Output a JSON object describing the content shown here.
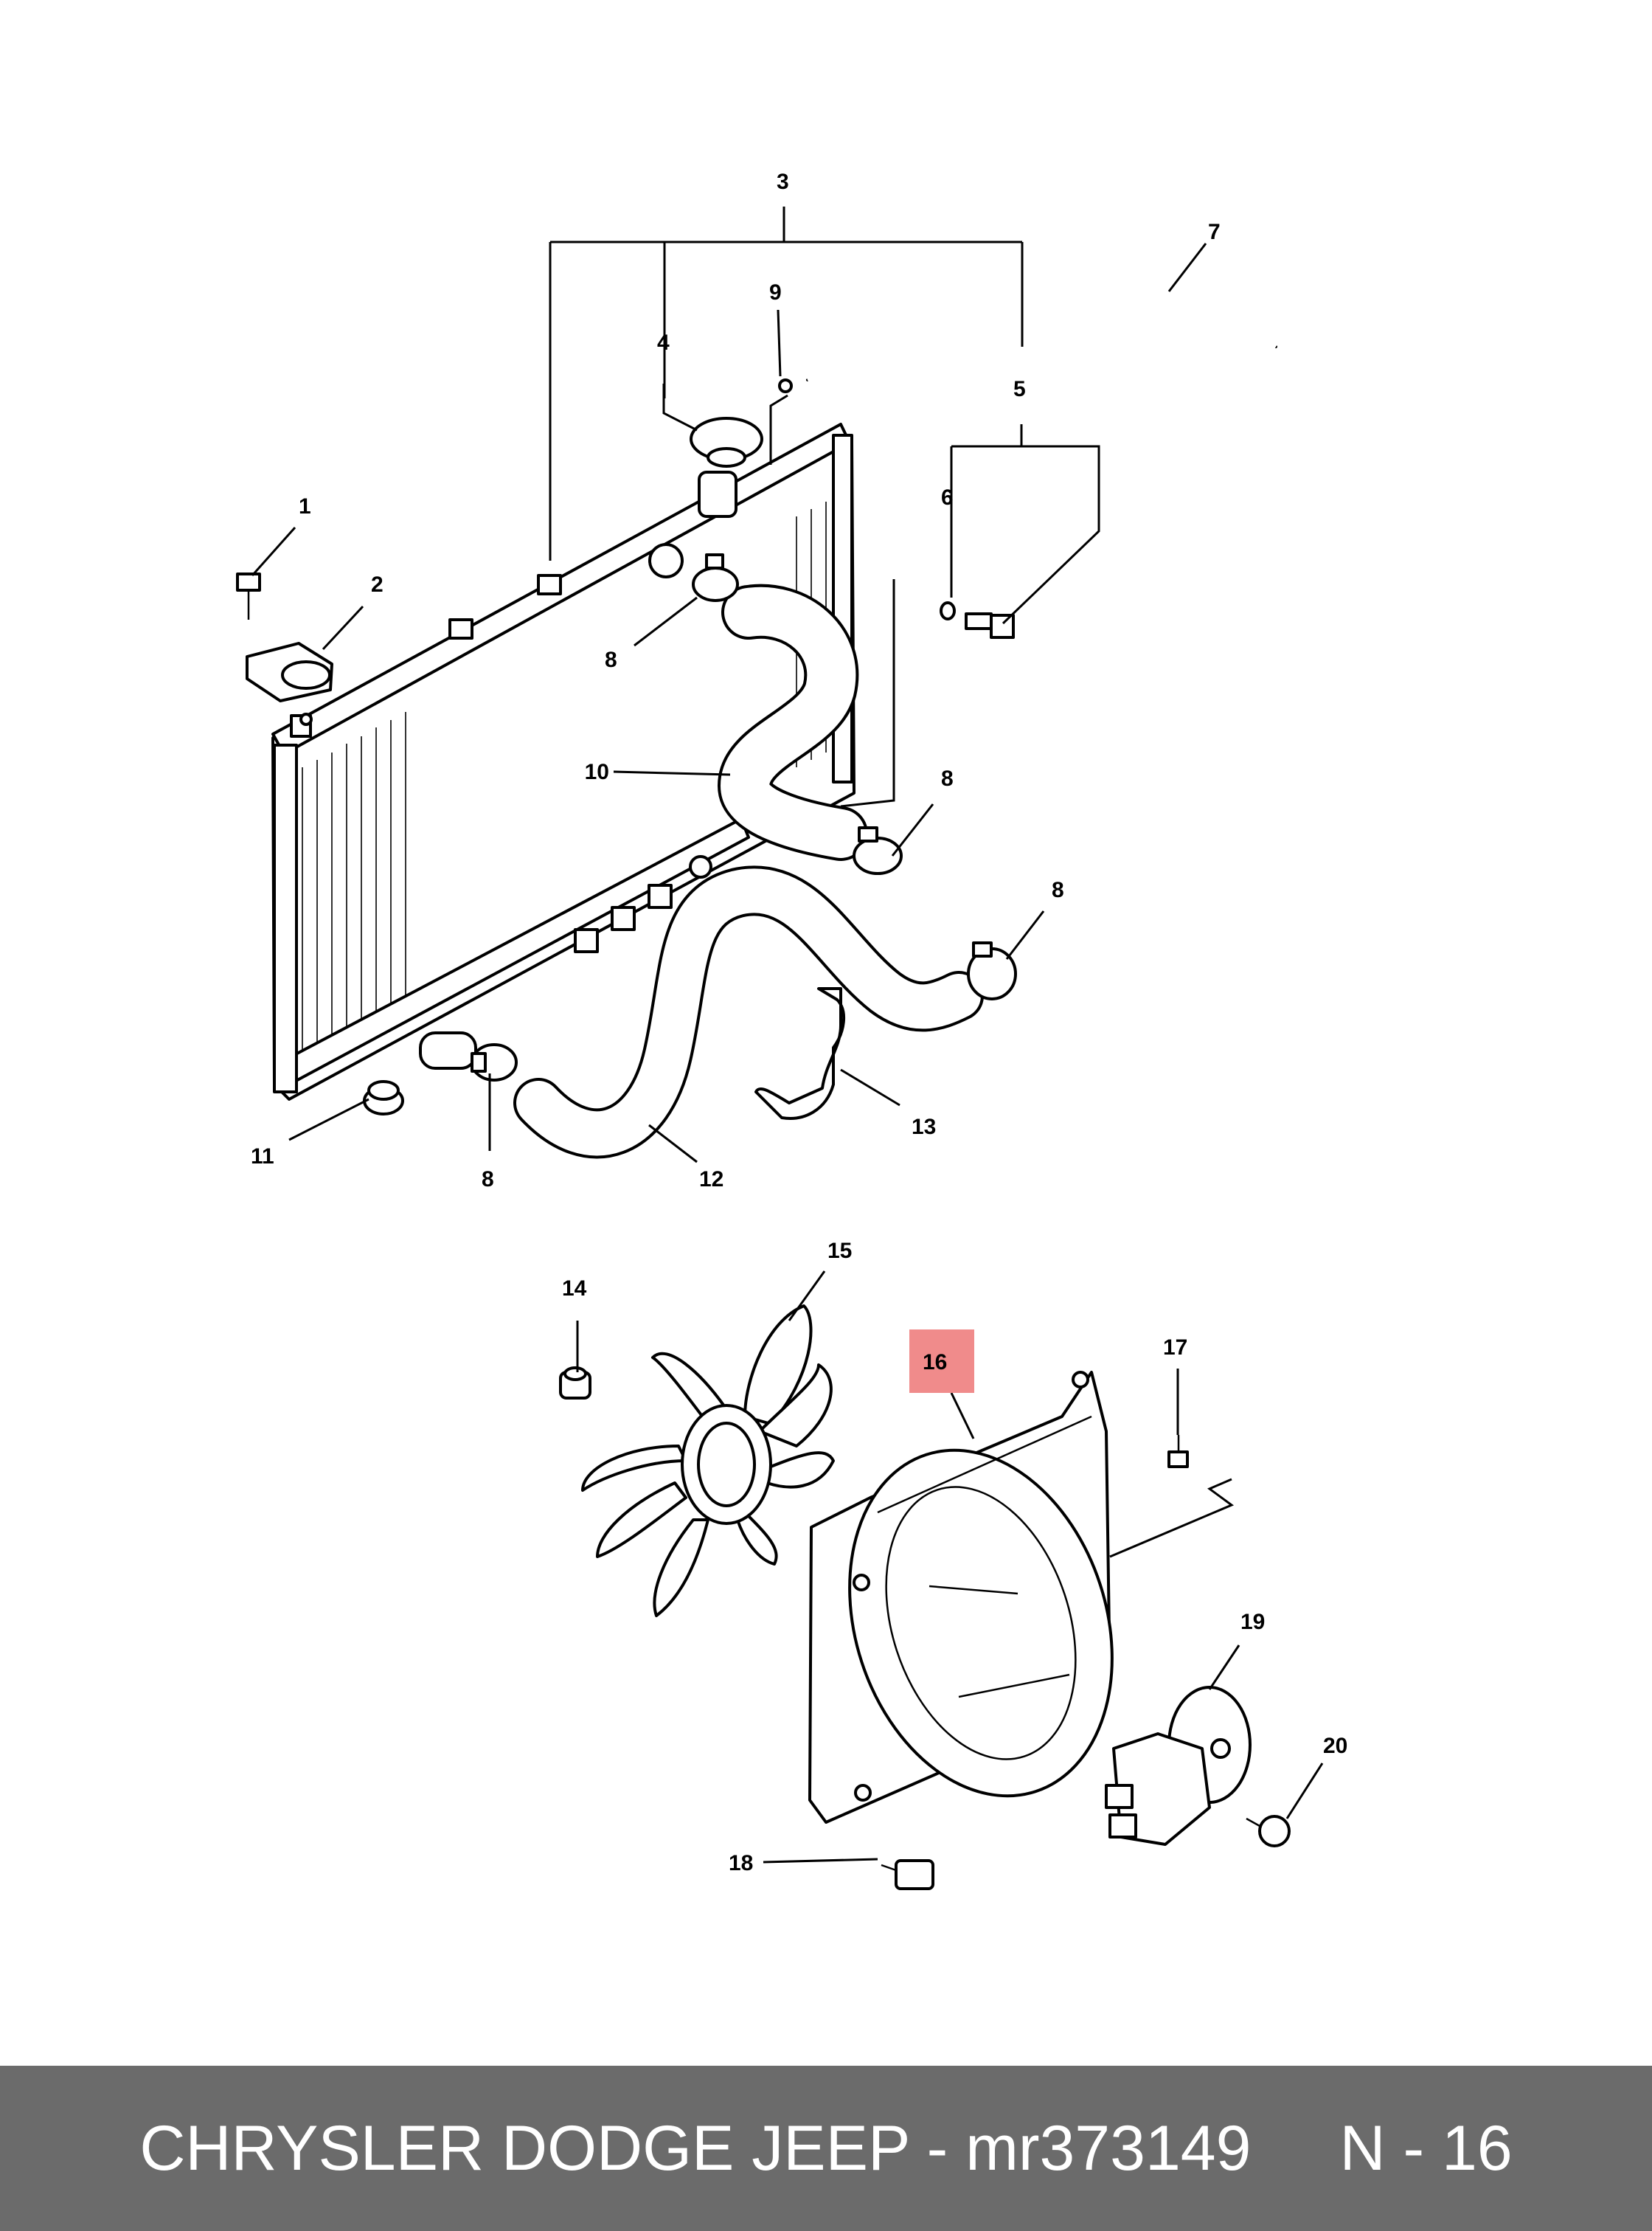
{
  "callouts": {
    "c1": "1",
    "c2": "2",
    "c3": "3",
    "c4": "4",
    "c5": "5",
    "c6": "6",
    "c7": "7",
    "c8a": "8",
    "c8b": "8",
    "c8c": "8",
    "c8d": "8",
    "c9": "9",
    "c10": "10",
    "c11": "11",
    "c12": "12",
    "c13": "13",
    "c14": "14",
    "c15": "15",
    "c16": "16",
    "c17": "17",
    "c18": "18",
    "c19": "19",
    "c20": "20"
  },
  "highlight_color": "#f08b8b",
  "footer": {
    "title": "CHRYSLER DODGE JEEP - mr373149",
    "page": "N - 16"
  }
}
